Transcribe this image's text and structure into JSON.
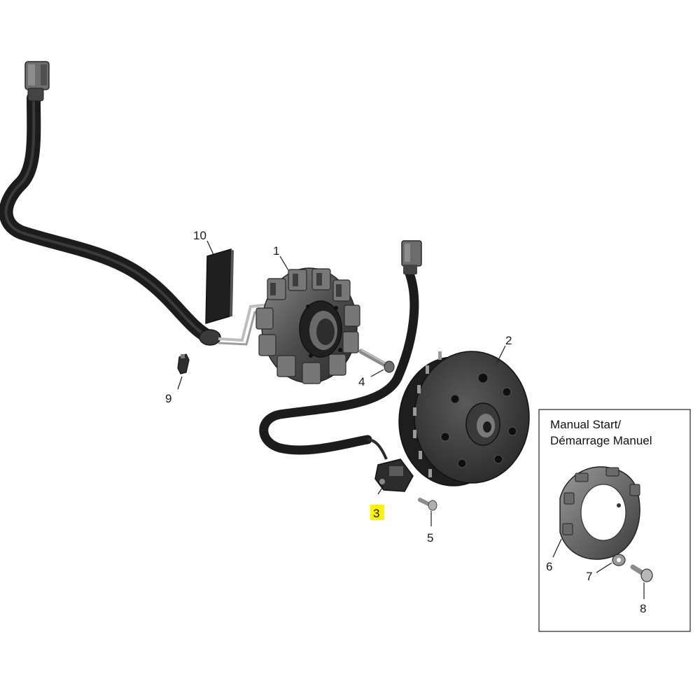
{
  "colors": {
    "part_dark": "#2b2b2b",
    "part_mid": "#4a4a4a",
    "part_light": "#8a8a8a",
    "wire_metal": "#c8c8c8",
    "highlight": "#fff200",
    "line": "#1a1a1a"
  },
  "callouts": [
    {
      "id": "1",
      "label": "1",
      "part": "stator"
    },
    {
      "id": "2",
      "label": "2",
      "part": "flywheel-rotor"
    },
    {
      "id": "3",
      "label": "3",
      "part": "trigger-sensor",
      "highlighted": true
    },
    {
      "id": "4",
      "label": "4",
      "part": "stator-bolt"
    },
    {
      "id": "5",
      "label": "5",
      "part": "sensor-screw"
    },
    {
      "id": "6",
      "label": "6",
      "part": "starter-pulley"
    },
    {
      "id": "7",
      "label": "7",
      "part": "washer"
    },
    {
      "id": "8",
      "label": "8",
      "part": "pulley-screw"
    },
    {
      "id": "9",
      "label": "9",
      "part": "harness-clip"
    },
    {
      "id": "10",
      "label": "10",
      "part": "gasket-strip"
    }
  ],
  "inset": {
    "title_line1": "Manual Start/",
    "title_line2": "Démarrage Manuel"
  }
}
